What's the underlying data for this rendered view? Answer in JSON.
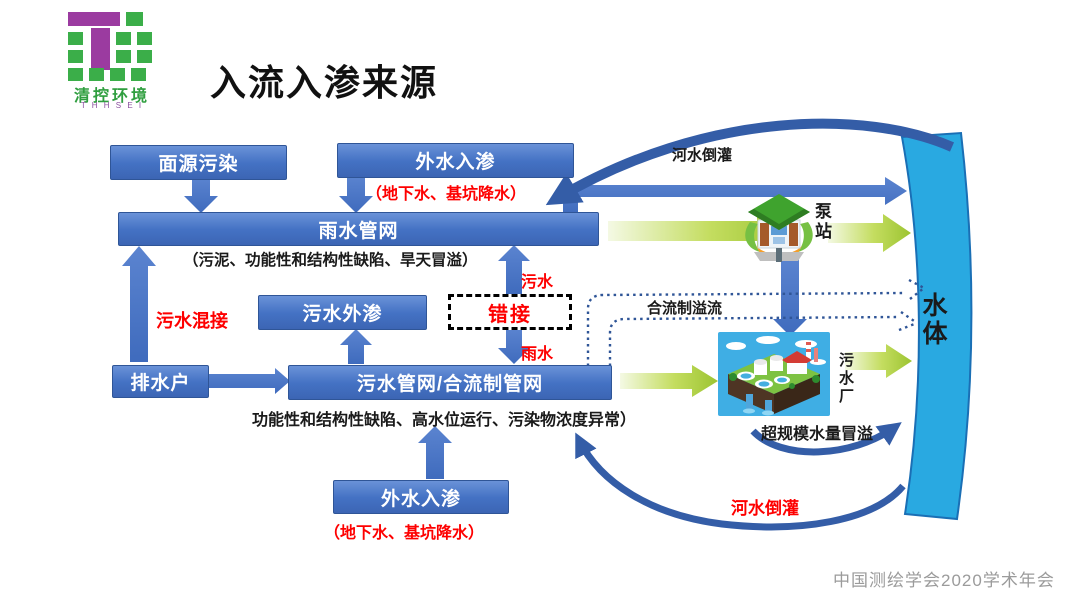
{
  "header": {
    "title": "入流入渗来源",
    "logo_text": "清控环境",
    "logo_subtext": "T H H S E I"
  },
  "boxes": {
    "non_point_source": "面源污染",
    "external_water_top": "外水入渗",
    "rainwater_network": "雨水管网",
    "sewage_exfiltration": "污水外渗",
    "wrong_connection": "错接",
    "discharger": "排水户",
    "sewage_network": "污水管网/合流制管网",
    "external_water_bottom": "外水入渗"
  },
  "labels": {
    "groundwater_top": "（地下水、基坑降水）",
    "rain_network_defects": "（污泥、功能性和结构性缺陷、旱天冒溢）",
    "sewage_mixed_connection": "污水混接",
    "sewage": "污水",
    "rainwater": "雨水",
    "sewage_network_defects": "功能性和结构性缺陷、高水位运行、污染物浓度异常）",
    "groundwater_bottom": "（地下水、基坑降水）",
    "river_backflow_top": "河水倒灌",
    "river_backflow_bottom": "河水倒灌",
    "cso": "合流制溢流",
    "overflow": "超规模水量冒溢",
    "pump_station": "泵站",
    "wwtp": "污水厂",
    "water_body": "水体"
  },
  "footer": {
    "text": "中国测绘学会2020学术年会"
  },
  "colors": {
    "box_blue": "#4472C4",
    "navy_arrow": "#345DA7",
    "accent_red": "#FE0000",
    "green_arrow": "#9CC431",
    "water_blue": "#29A9E1",
    "logo_green": "#3BAE49",
    "logo_purple": "#9B3BA0"
  }
}
